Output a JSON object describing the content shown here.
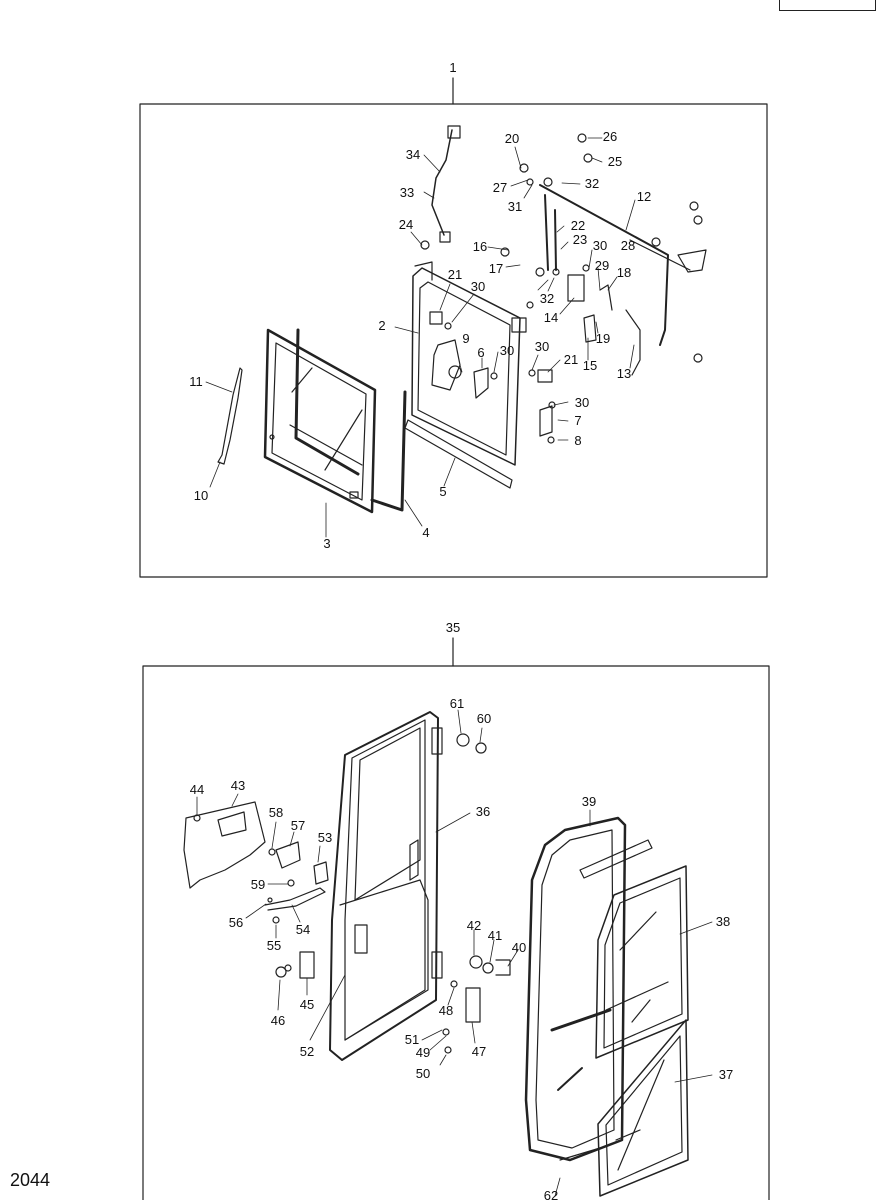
{
  "page_number": "2044",
  "top_group": {
    "label": "1",
    "callouts": [
      "2",
      "3",
      "4",
      "5",
      "6",
      "7",
      "8",
      "9",
      "10",
      "11",
      "12",
      "13",
      "14",
      "15",
      "16",
      "17",
      "18",
      "19",
      "20",
      "21",
      "21",
      "22",
      "23",
      "24",
      "25",
      "26",
      "27",
      "28",
      "29",
      "30",
      "30",
      "30",
      "30",
      "30",
      "31",
      "32",
      "32",
      "33",
      "34"
    ]
  },
  "bottom_group": {
    "label": "35",
    "callouts": [
      "36",
      "37",
      "38",
      "39",
      "40",
      "41",
      "42",
      "43",
      "44",
      "45",
      "46",
      "47",
      "48",
      "49",
      "50",
      "51",
      "52",
      "53",
      "54",
      "55",
      "56",
      "57",
      "58",
      "59",
      "60",
      "61",
      "62"
    ]
  }
}
